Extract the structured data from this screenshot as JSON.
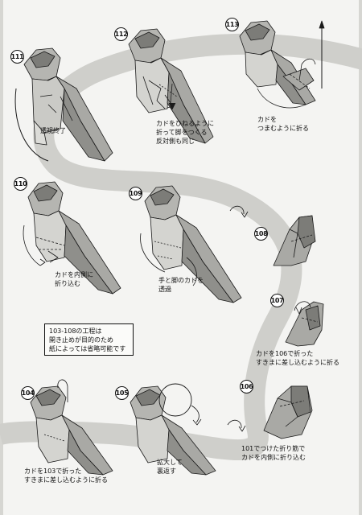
{
  "steps": [
    {
      "num": "111",
      "caption": [
        "透視終了"
      ]
    },
    {
      "num": "112",
      "caption": [
        "カドをひねるように",
        "折って脚をつくる",
        "反対側も同じ"
      ]
    },
    {
      "num": "113",
      "caption": [
        "カドを",
        "つまむように折る"
      ]
    },
    {
      "num": "110",
      "caption": [
        "カドを内側に",
        "折り込む"
      ]
    },
    {
      "num": "109",
      "caption": [
        "手と脚のカドを",
        "透過"
      ]
    },
    {
      "num": "108",
      "caption": []
    },
    {
      "num": "107",
      "caption": [
        "カドを106で折った",
        "すきまに差し込むように折る"
      ]
    },
    {
      "num": "104",
      "caption": [
        "カドを103で折った",
        "すきまに差し込むように折る"
      ]
    },
    {
      "num": "105",
      "caption": [
        "拡大して",
        "裏返す"
      ]
    },
    {
      "num": "106",
      "caption": [
        "101でつけた折り筋で",
        "カドを内側に折り込む"
      ]
    }
  ],
  "note": [
    "103-108の工程は",
    "開き止めが目的のため",
    "紙によっては省略可能です"
  ],
  "colors": {
    "band": "#cfcfcb",
    "paper": "#a9a9a5",
    "dark": "#7c7c78",
    "line": "#1a1a1a"
  }
}
